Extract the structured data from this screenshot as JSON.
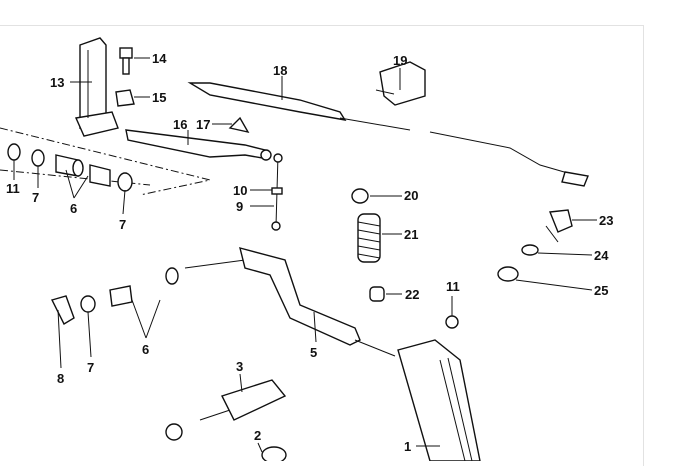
{
  "diagram": {
    "title": "Accelerator pedal linkage parts diagram",
    "part_numbers": [
      "14",
      "13",
      "15",
      "18",
      "19",
      "16",
      "17",
      "11",
      "7",
      "6",
      "7",
      "10",
      "9",
      "20",
      "21",
      "23",
      "24",
      "25",
      "22",
      "11",
      "5",
      "6",
      "8",
      "7",
      "3",
      "2",
      "1"
    ]
  }
}
